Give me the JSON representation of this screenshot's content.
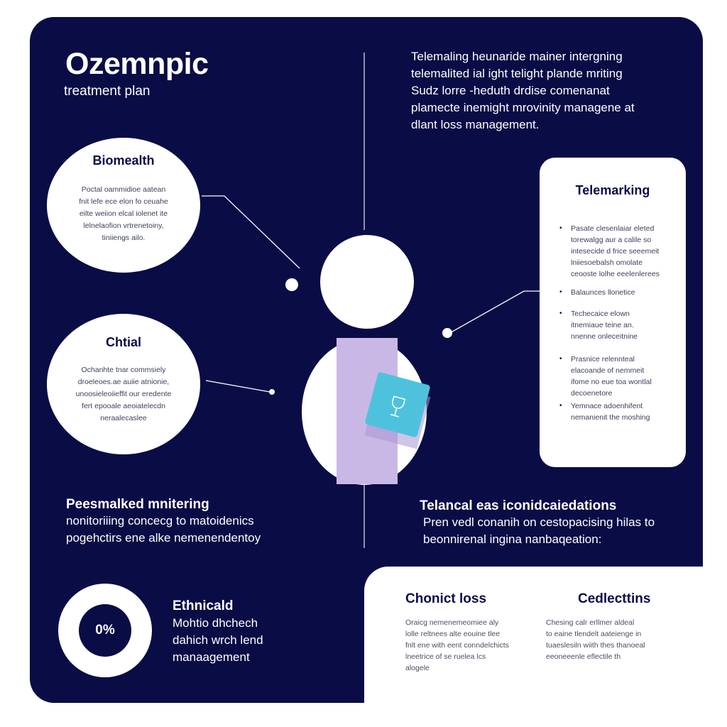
{
  "header": {
    "title": "Ozemnpic",
    "subtitle": "treatment plan"
  },
  "intro": {
    "lines": [
      "Telemaling heunaride mainer intergning",
      "telemalited ial ight telight plande mriting",
      "Sudz lorre ‑heduth drdise comenanat",
      "plamecte inemight mrovinity managene at",
      "dlant loss management."
    ]
  },
  "biohealth": {
    "title": "Biomealth",
    "lines": [
      "Poctal oammidioe aatean",
      "fnit lefe ece elon fo ceuahe",
      "eilte weiion elcal iolenet ite",
      "lelnelaofion vrtrenetoiny,",
      "tiniiengs ailo."
    ]
  },
  "chtial": {
    "title": "Chtial",
    "lines": [
      "Ochanhte tnar commsiely",
      "droeleoes.ae auiie atnionie,",
      "unoosieleoiieffit our eredente",
      "fert epooale aeoiatelecdn",
      "neraalecaslee"
    ]
  },
  "telemarking": {
    "title": "Telemarking",
    "bullets": [
      [
        "Pasate clesenlaiar eleted",
        "torewalgg aur a calile so",
        "intesecide d frice seeemeit",
        "lniiesoebalsh omolate",
        "ceooste lolhe eeelenlerees"
      ],
      [
        "Balaunces llonetice"
      ],
      [
        "Techecaice elown",
        "itnemiaue teine an.",
        "nnenne onleceitnine"
      ],
      [
        "Prasnice relennteal",
        "elacoande of nemmeit",
        "ifome no eue toa wontlal",
        "decoenetore"
      ],
      [
        "Yemnace adoenhifent",
        "nemanienit the moshing"
      ]
    ]
  },
  "monitoring": {
    "title": "Peesmalked mnitering",
    "lines": [
      "nonitoriiing concecg to matoidenics",
      "pogehctirs ene alke nemenendentoy"
    ]
  },
  "telacal": {
    "title": "Telancal eas iconidcaiedations",
    "lines": [
      "Pren vedl conanih on cestopacising hilas to",
      "beonnirenal ingina nanbaqeation:"
    ]
  },
  "ethical": {
    "ring_label": "0%",
    "title": "Ethnicald",
    "lines": [
      "Mohtio dhchech",
      "dahich wrch lend",
      "manaagement"
    ]
  },
  "chronic": {
    "title": "Chonict loss",
    "lines": [
      "Oraicg nemenemeomiee aly",
      "lolle reltnees alte eouine tlee",
      "fnlt ene with eent conndelchicts",
      "lneetrice of se ruelea lcs",
      "alogele"
    ]
  },
  "cedlectins": {
    "title": "Cedlecttins",
    "lines": [
      "Chesing calr erllmer aldeal",
      "to eaine tlendelt aateienge in",
      "tuaeslesiln wiith thes thanoeal",
      "eeoneeenle eflectile th"
    ]
  },
  "colors": {
    "panel": "#0a0c45",
    "lavender": "#c9b8e6",
    "teal": "#4ec2dc",
    "white": "#ffffff"
  }
}
